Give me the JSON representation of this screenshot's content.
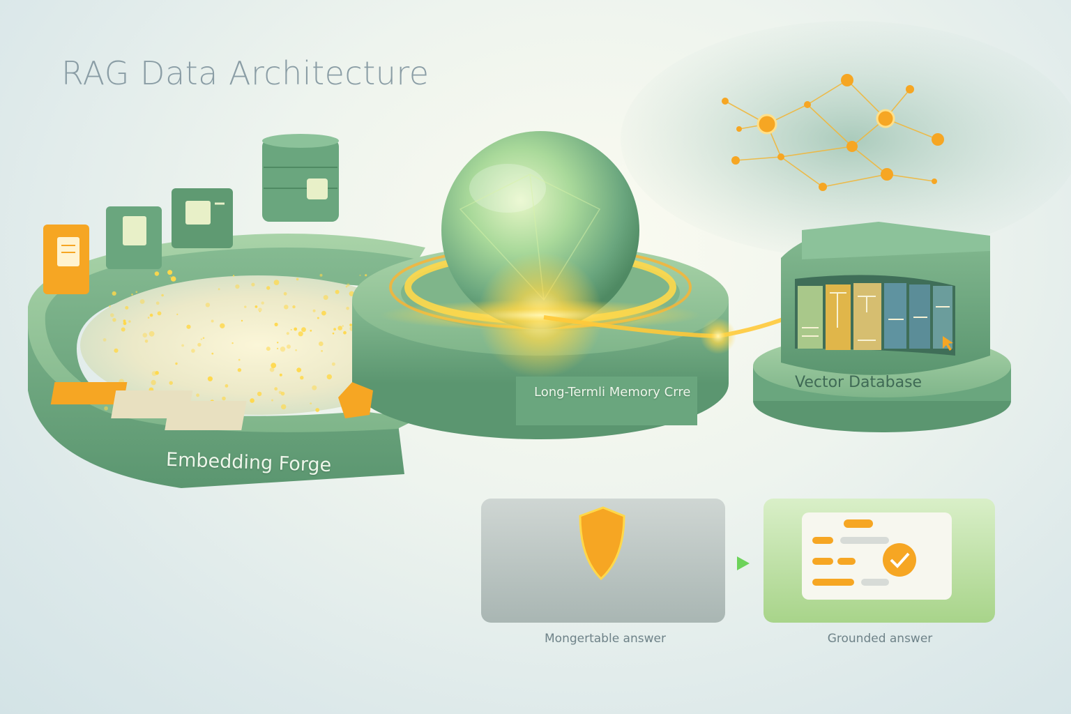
{
  "title": "RAG Data Architecture",
  "modules": {
    "embedding_forge": "Embedding Forge",
    "memory_core": "Long-Termli Memory Crre",
    "vector_database": "Vector Database"
  },
  "panels": {
    "left_caption": "Mongertable answer",
    "right_caption": "Grounded answer"
  },
  "colors": {
    "green": "#6aa67e",
    "green_dark": "#4f8a63",
    "orange": "#f6a623",
    "glow": "#ffd84a",
    "sphere": "#9fd39a"
  },
  "icons": [
    "document-icon",
    "document-icon",
    "database-icon",
    "network-icon",
    "shield-icon",
    "checkmark-icon",
    "cursor-icon",
    "arrow-right-icon"
  ]
}
